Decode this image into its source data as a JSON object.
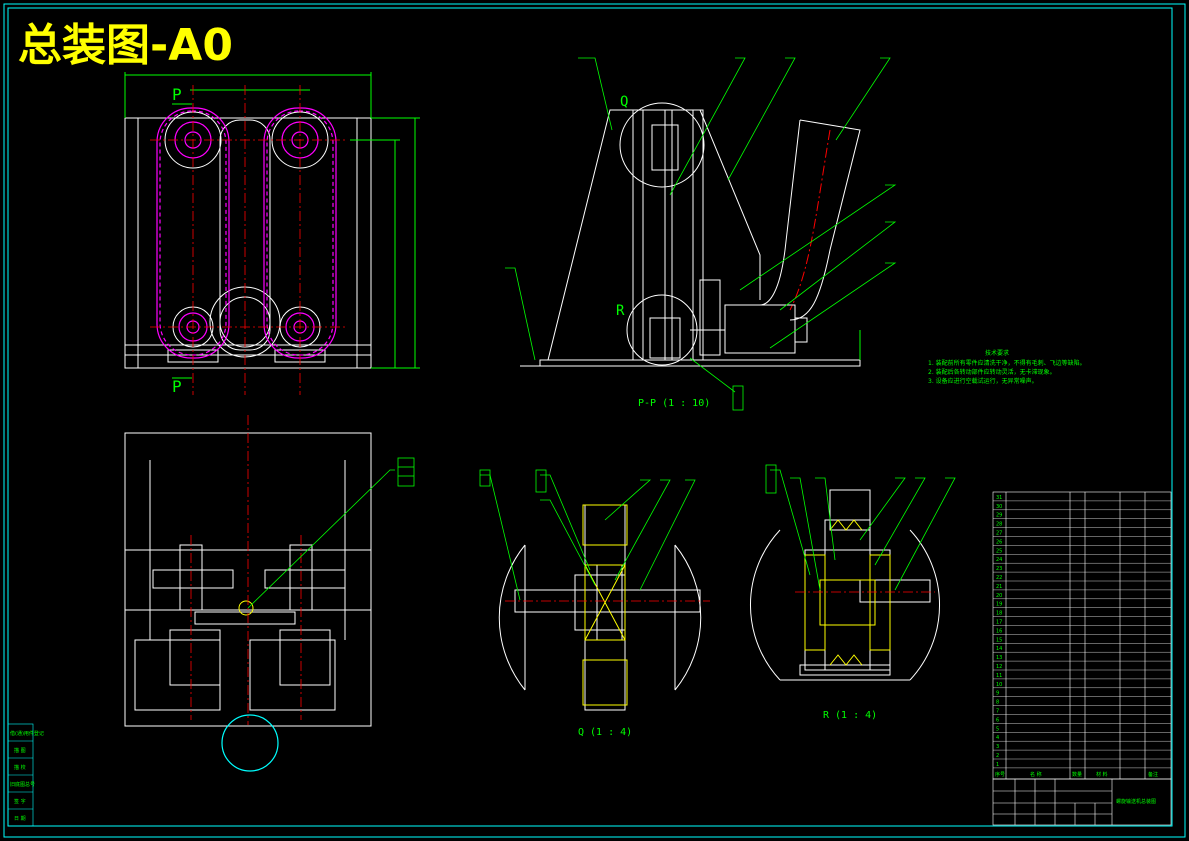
{
  "title": "总装图-A0",
  "views": {
    "section_label_top": "P",
    "section_label_bottom": "P",
    "section_view_label": "P-P (1 : 10)",
    "detail_q_marker": "Q",
    "detail_r_marker": "R",
    "detail_q_label": "Q (1 : 4)",
    "detail_r_label": "R (1 : 4)"
  },
  "notes": {
    "heading": "技术要求",
    "lines": [
      "1. 装配前所有零件应清洗干净，不得有毛刺、飞边等缺陷。",
      "2. 装配后各转动部件应转动灵活，无卡滞现象。",
      "3. 设备应进行空载试运行，无异常噪声。"
    ]
  },
  "parts_table": {
    "col_headers": [
      "序号",
      "名 称",
      "数量",
      "材 料",
      "备注"
    ],
    "row_numbers": [
      "31",
      "30",
      "29",
      "28",
      "27",
      "26",
      "25",
      "24",
      "23",
      "22",
      "21",
      "20",
      "19",
      "18",
      "17",
      "16",
      "15",
      "14",
      "13",
      "12",
      "11",
      "10",
      "9",
      "8",
      "7",
      "6",
      "5",
      "4",
      "3",
      "2",
      "1"
    ]
  },
  "title_block": {
    "drawing_name": "螺旋输送机总装图"
  },
  "left_stamp": {
    "rows": [
      "借(通)用件登记",
      "描 图",
      "描 校",
      "旧底图总号",
      "签 字",
      "日 期"
    ]
  },
  "colors": {
    "border": "#00ffff",
    "line": "#ffffff",
    "belt": "#ff00ff",
    "center": "#ff0000",
    "dim": "#00ff00",
    "title": "#ffff00"
  }
}
